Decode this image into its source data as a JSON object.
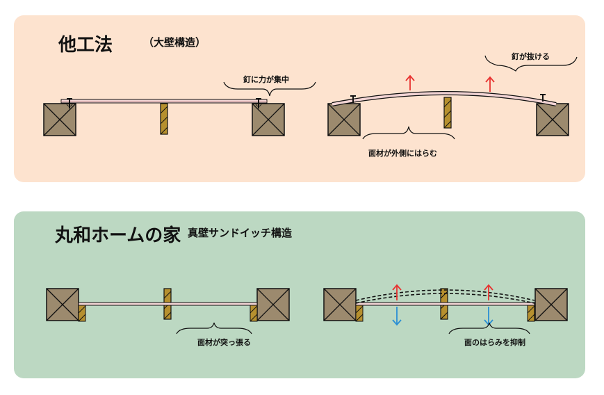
{
  "colors": {
    "top_panel_bg": "#fde3cf",
    "bottom_panel_bg": "#bcd8c2",
    "post_fill": "#9c8a6e",
    "stud_fill": "#b6902f",
    "board_fill": "#f2d4d4",
    "arrow_red": "#e8312f",
    "arrow_blue": "#2a8fd4"
  },
  "top": {
    "title": "他工法",
    "subtitle": "（大壁構造）",
    "label_nail_force": "釘に力が集中",
    "label_nail_pull": "釘が抜ける",
    "label_bulge": "面材が外側にはらむ"
  },
  "bottom": {
    "title": "丸和ホームの家",
    "subtitle": "真壁サンドイッチ構造",
    "label_tension": "面材が突っ張る",
    "label_suppress": "面のはらみを抑制"
  }
}
